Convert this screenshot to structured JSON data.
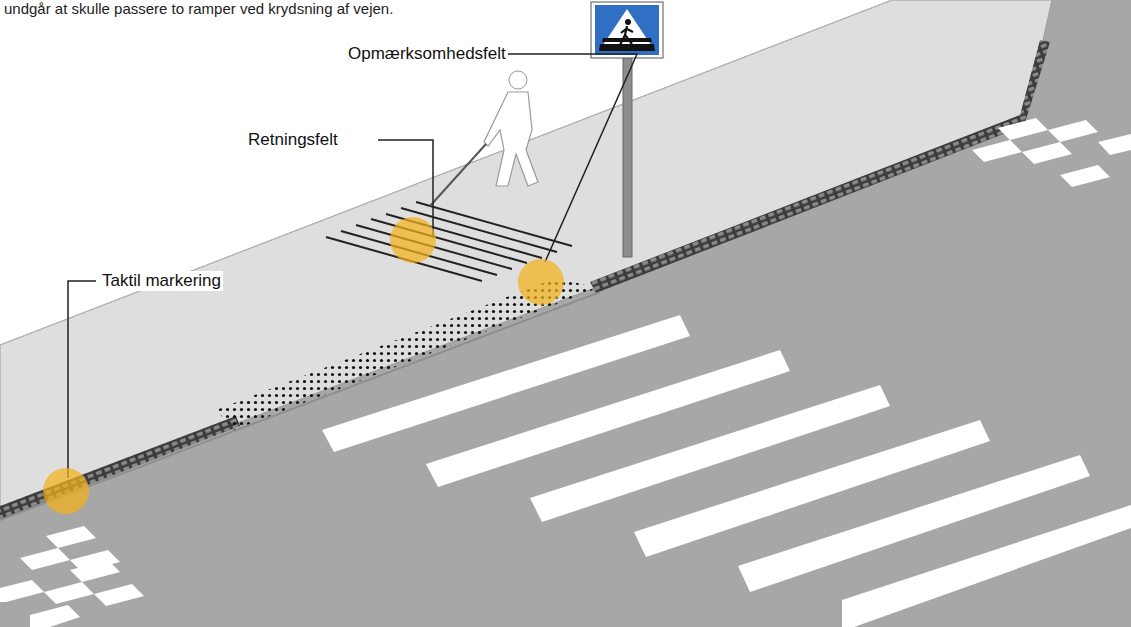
{
  "diagram": {
    "labels": [
      "undgår at skulle passere to ramper ved krydsning af vejen.",
      "Opmærksomhedsfelt",
      "Retningsfelt",
      "Taktil markering"
    ]
  }
}
